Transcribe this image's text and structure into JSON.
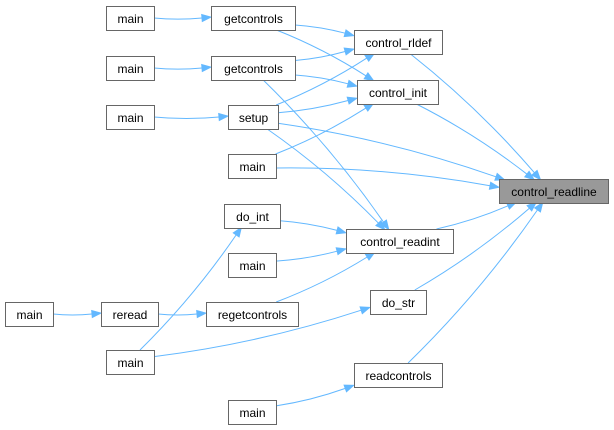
{
  "diagram": {
    "nodes": [
      {
        "id": "main_1",
        "label": "main"
      },
      {
        "id": "getcontrols_1",
        "label": "getcontrols"
      },
      {
        "id": "main_2",
        "label": "main"
      },
      {
        "id": "getcontrols_2",
        "label": "getcontrols"
      },
      {
        "id": "main_3",
        "label": "main"
      },
      {
        "id": "setup",
        "label": "setup"
      },
      {
        "id": "main_4",
        "label": "main"
      },
      {
        "id": "control_rldef",
        "label": "control_rldef"
      },
      {
        "id": "control_init",
        "label": "control_init"
      },
      {
        "id": "control_readline",
        "label": "control_readline"
      },
      {
        "id": "do_int",
        "label": "do_int"
      },
      {
        "id": "control_readint",
        "label": "control_readint"
      },
      {
        "id": "main_5",
        "label": "main"
      },
      {
        "id": "main_6",
        "label": "main"
      },
      {
        "id": "reread",
        "label": "reread"
      },
      {
        "id": "regetcontrols",
        "label": "regetcontrols"
      },
      {
        "id": "do_str",
        "label": "do_str"
      },
      {
        "id": "main_7",
        "label": "main"
      },
      {
        "id": "readcontrols",
        "label": "readcontrols"
      },
      {
        "id": "main_8",
        "label": "main"
      }
    ],
    "edges": [
      {
        "from": "main_1",
        "to": "getcontrols_1"
      },
      {
        "from": "main_2",
        "to": "getcontrols_2"
      },
      {
        "from": "main_3",
        "to": "setup"
      },
      {
        "from": "getcontrols_1",
        "to": "control_rldef"
      },
      {
        "from": "getcontrols_1",
        "to": "control_init"
      },
      {
        "from": "getcontrols_2",
        "to": "control_rldef"
      },
      {
        "from": "getcontrols_2",
        "to": "control_init"
      },
      {
        "from": "getcontrols_2",
        "to": "control_readint"
      },
      {
        "from": "setup",
        "to": "control_rldef"
      },
      {
        "from": "setup",
        "to": "control_init"
      },
      {
        "from": "setup",
        "to": "control_readline"
      },
      {
        "from": "setup",
        "to": "control_readint"
      },
      {
        "from": "main_4",
        "to": "control_init"
      },
      {
        "from": "main_4",
        "to": "control_readline"
      },
      {
        "from": "control_rldef",
        "to": "control_readline"
      },
      {
        "from": "control_init",
        "to": "control_readline"
      },
      {
        "from": "do_int",
        "to": "control_readint"
      },
      {
        "from": "control_readint",
        "to": "control_readline"
      },
      {
        "from": "main_5",
        "to": "control_readint"
      },
      {
        "from": "main_6",
        "to": "reread"
      },
      {
        "from": "reread",
        "to": "regetcontrols"
      },
      {
        "from": "regetcontrols",
        "to": "control_readint"
      },
      {
        "from": "main_7",
        "to": "do_int"
      },
      {
        "from": "main_7",
        "to": "do_str"
      },
      {
        "from": "do_str",
        "to": "control_readline"
      },
      {
        "from": "readcontrols",
        "to": "control_readline"
      },
      {
        "from": "main_8",
        "to": "readcontrols"
      }
    ],
    "colors": {
      "edge": "#63b8ff",
      "node_border": "#666666",
      "node_fill": "#ffffff",
      "root_fill": "#999999"
    }
  }
}
